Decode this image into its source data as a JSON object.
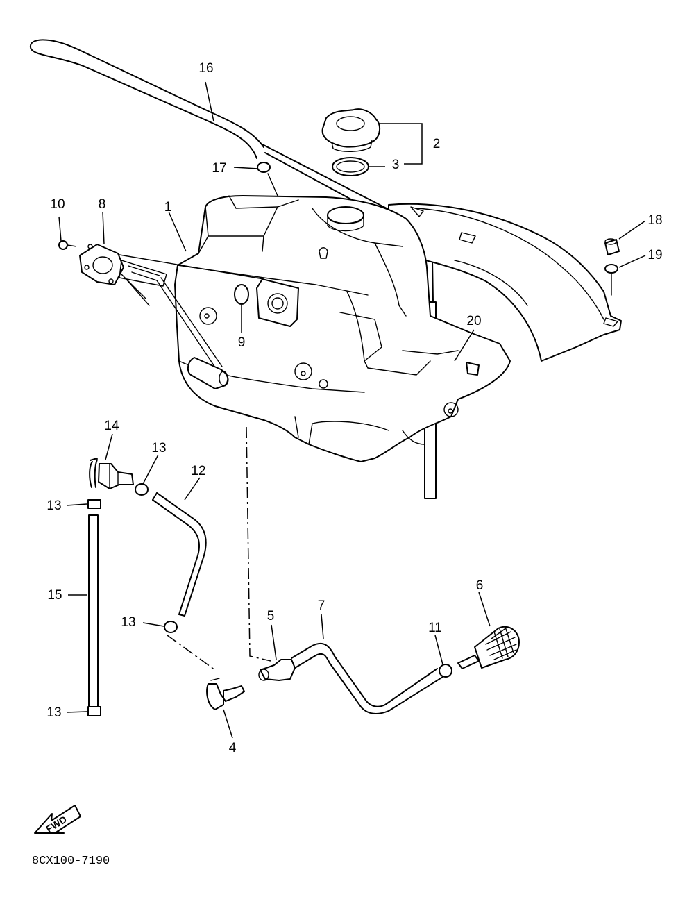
{
  "diagram": {
    "callouts": [
      {
        "id": "c1",
        "label": "1"
      },
      {
        "id": "c2",
        "label": "2"
      },
      {
        "id": "c3",
        "label": "3"
      },
      {
        "id": "c4",
        "label": "4"
      },
      {
        "id": "c5",
        "label": "5"
      },
      {
        "id": "c6",
        "label": "6"
      },
      {
        "id": "c7",
        "label": "7"
      },
      {
        "id": "c8",
        "label": "8"
      },
      {
        "id": "c9",
        "label": "9"
      },
      {
        "id": "c10",
        "label": "10"
      },
      {
        "id": "c11",
        "label": "11"
      },
      {
        "id": "c12",
        "label": "12"
      },
      {
        "id": "c13a",
        "label": "13"
      },
      {
        "id": "c13b",
        "label": "13"
      },
      {
        "id": "c13c",
        "label": "13"
      },
      {
        "id": "c13d",
        "label": "13"
      },
      {
        "id": "c14",
        "label": "14"
      },
      {
        "id": "c15",
        "label": "15"
      },
      {
        "id": "c16",
        "label": "16"
      },
      {
        "id": "c17",
        "label": "17"
      },
      {
        "id": "c18",
        "label": "18"
      },
      {
        "id": "c19",
        "label": "19"
      },
      {
        "id": "c20",
        "label": "20"
      }
    ],
    "fwd_label": "FWD",
    "diagram_code": "8CX100-7190"
  }
}
